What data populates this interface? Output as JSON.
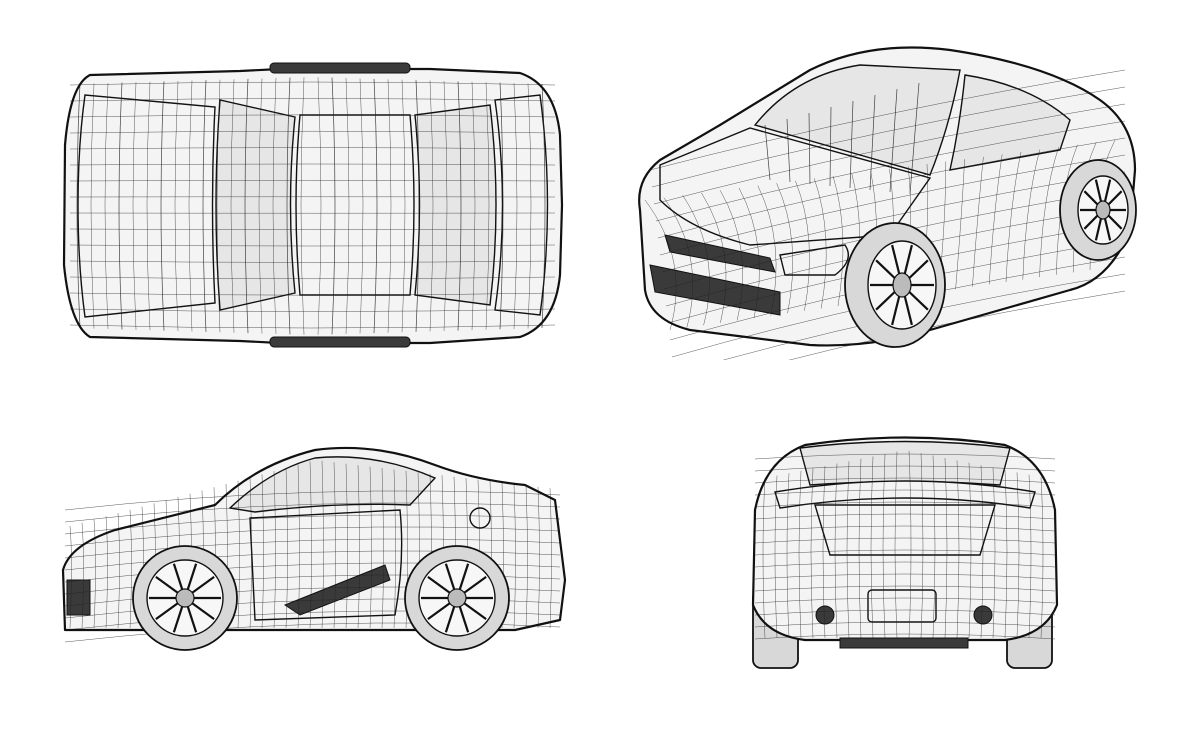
{
  "figure": {
    "background": "#ffffff",
    "line_color": "#111111",
    "views": [
      {
        "id": "top",
        "kind": "top-view"
      },
      {
        "id": "perspective",
        "kind": "three-quarter-front-view"
      },
      {
        "id": "side",
        "kind": "left-side-view"
      },
      {
        "id": "rear",
        "kind": "rear-view"
      }
    ]
  }
}
